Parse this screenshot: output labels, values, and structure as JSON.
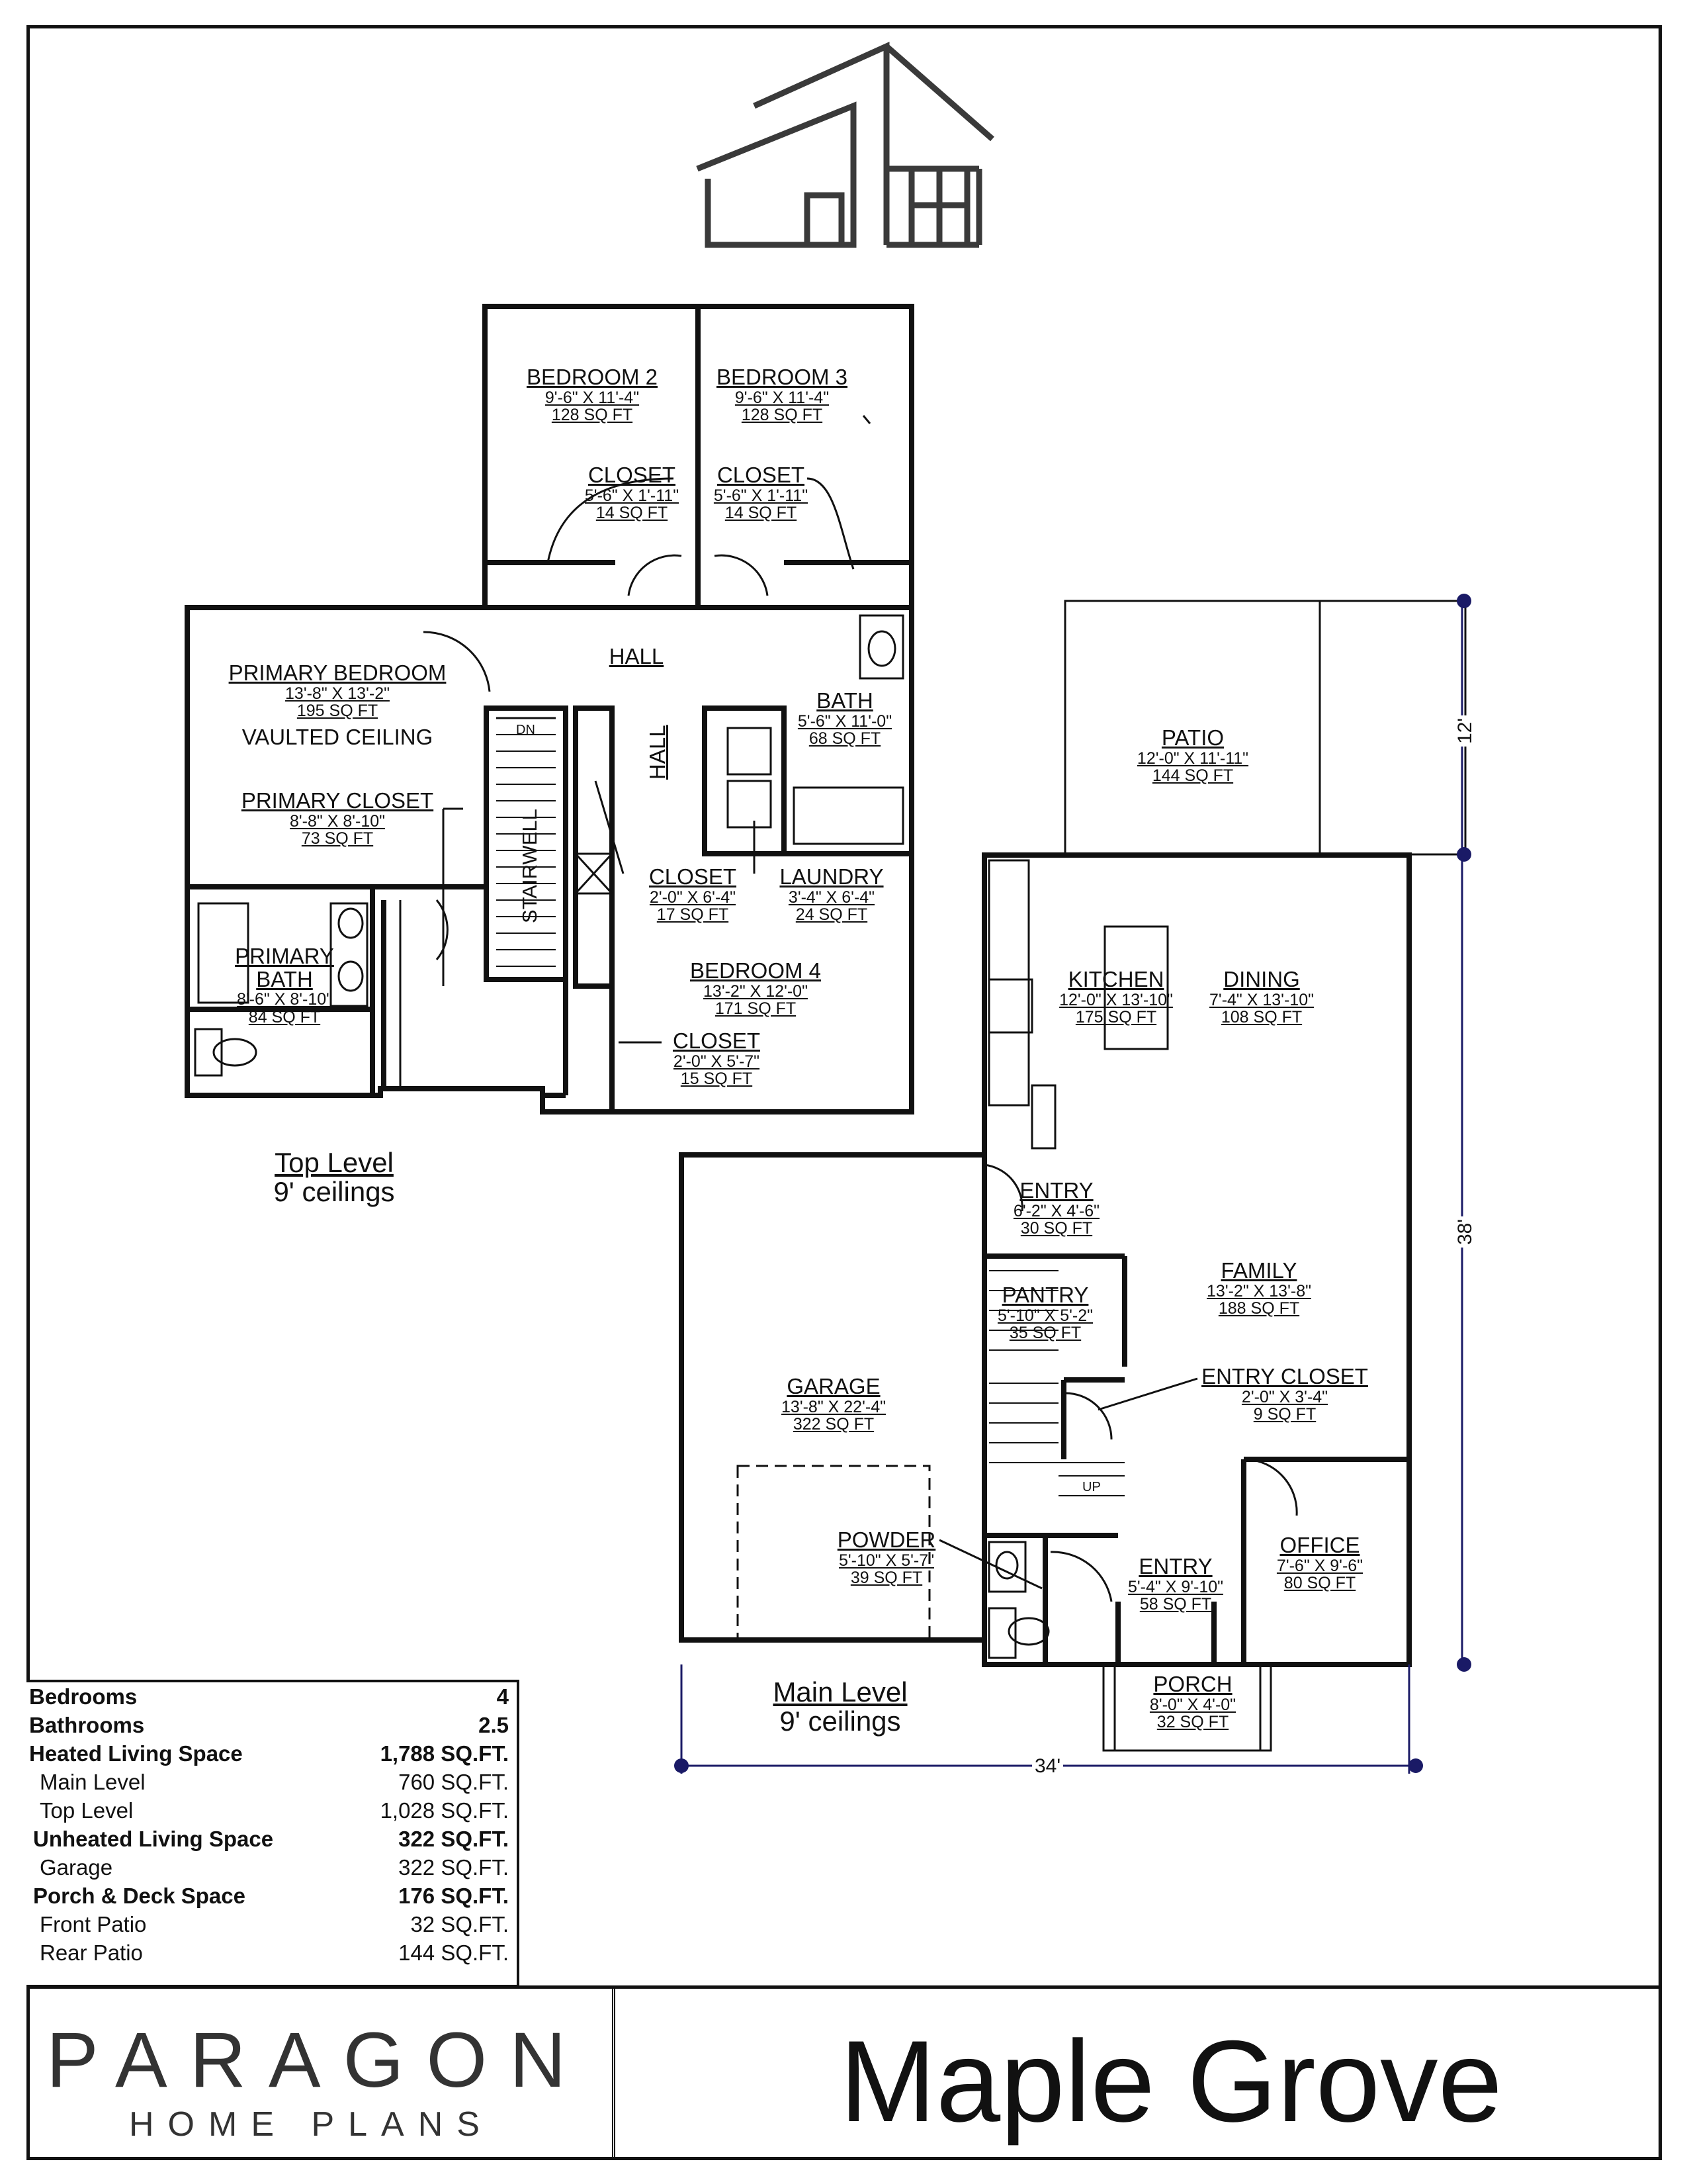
{
  "top_level": {
    "rooms": [
      {
        "name": "BEDROOM 2",
        "dims": "9'-6\" X 11'-4\"",
        "area": "128 SQ FT"
      },
      {
        "name": "BEDROOM 3",
        "dims": "9'-6\" X 11'-4\"",
        "area": "128 SQ FT"
      },
      {
        "name": "CLOSET",
        "dims": "5'-6\" X 1'-11\"",
        "area": "14 SQ FT"
      },
      {
        "name": "CLOSET",
        "dims": "5'-6\" X 1'-11\"",
        "area": "14 SQ FT"
      },
      {
        "name": "HALL"
      },
      {
        "name": "PRIMARY BEDROOM",
        "dims": "13'-8\" X 13'-2\"",
        "area": "195 SQ FT",
        "note": "VAULTED CEILING"
      },
      {
        "name": "BATH",
        "dims": "5'-6\" X 11'-0\"",
        "area": "68 SQ FT"
      },
      {
        "name": "PRIMARY CLOSET",
        "dims": "8'-8\" X 8'-10\"",
        "area": "73 SQ FT"
      },
      {
        "name": "CLOSET",
        "dims": "2'-0\" X 6'-4\"",
        "area": "17 SQ FT"
      },
      {
        "name": "LAUNDRY",
        "dims": "3'-4\" X 6'-4\"",
        "area": "24 SQ FT"
      },
      {
        "name": "PRIMARY BATH",
        "line1": "PRIMARY",
        "line2": "BATH",
        "dims": "8'-6\" X 8'-10\"",
        "area": "84 SQ FT"
      },
      {
        "name": "BEDROOM 4",
        "dims": "13'-2\" X 12'-0\"",
        "area": "171 SQ FT"
      },
      {
        "name": "CLOSET",
        "dims": "2'-0\" X 5'-7\"",
        "area": "15 SQ FT"
      }
    ],
    "hall_vertical": "HALL",
    "stairwell": "STAIRWELL",
    "dn": "DN",
    "title": "Top Level",
    "ceilings": "9' ceilings"
  },
  "main_level": {
    "rooms": [
      {
        "name": "PATIO",
        "dims": "12'-0\" X 11'-11\"",
        "area": "144 SQ FT"
      },
      {
        "name": "KITCHEN",
        "dims": "12'-0\" X 13'-10\"",
        "area": "175 SQ FT"
      },
      {
        "name": "DINING",
        "dims": "7'-4\" X 13'-10\"",
        "area": "108 SQ FT"
      },
      {
        "name": "ENTRY",
        "dims": "6'-2\" X 4'-6\"",
        "area": "30 SQ FT"
      },
      {
        "name": "FAMILY",
        "dims": "13'-2\" X 13'-8\"",
        "area": "188 SQ FT"
      },
      {
        "name": "PANTRY",
        "dims": "5'-10\" X 5'-2\"",
        "area": "35 SQ FT"
      },
      {
        "name": "GARAGE",
        "dims": "13'-8\" X 22'-4\"",
        "area": "322 SQ FT"
      },
      {
        "name": "ENTRY CLOSET",
        "dims": "2'-0\" X 3'-4\"",
        "area": "9 SQ FT"
      },
      {
        "name": "POWDER",
        "dims": "5'-10\" X 5'-7\"",
        "area": "39 SQ FT"
      },
      {
        "name": "ENTRY",
        "dims": "5'-4\" X 9'-10\"",
        "area": "58 SQ FT"
      },
      {
        "name": "OFFICE",
        "dims": "7'-6\" X 9'-6\"",
        "area": "80 SQ FT"
      },
      {
        "name": "PORCH",
        "dims": "8'-0\" X 4'-0\"",
        "area": "32 SQ FT"
      }
    ],
    "up": "UP",
    "title": "Main Level",
    "ceilings": "9' ceilings",
    "dim_width": "34'",
    "dim_depth_house": "38'",
    "dim_depth_patio": "12'"
  },
  "summary": [
    {
      "label": "Bedrooms",
      "value": "4",
      "style": "bold"
    },
    {
      "label": "Bathrooms",
      "value": "2.5",
      "style": "bold"
    },
    {
      "label": "Heated Living Space",
      "value": "1,788 SQ.FT.",
      "style": "bold"
    },
    {
      "label": "Main Level",
      "value": "760 SQ.FT.",
      "style": "indent"
    },
    {
      "label": "Top Level",
      "value": "1,028 SQ.FT.",
      "style": "indent"
    },
    {
      "label": "Unheated Living Space",
      "value": "322 SQ.FT.",
      "style": "bold"
    },
    {
      "label": "Garage",
      "value": "322 SQ.FT.",
      "style": "indent"
    },
    {
      "label": "Porch & Deck Space",
      "value": "176 SQ.FT.",
      "style": "bold"
    },
    {
      "label": "Front Patio",
      "value": "32 SQ.FT.",
      "style": "indent"
    },
    {
      "label": "Rear Patio",
      "value": "144 SQ.FT.",
      "style": "indent"
    }
  ],
  "brand": {
    "name": "PARAGON",
    "sub": "HOME PLANS"
  },
  "plan_name": "Maple Grove",
  "colors": {
    "ink": "#111111",
    "dimension": "#1a1a66",
    "cabinet": "#b0b0b0"
  }
}
